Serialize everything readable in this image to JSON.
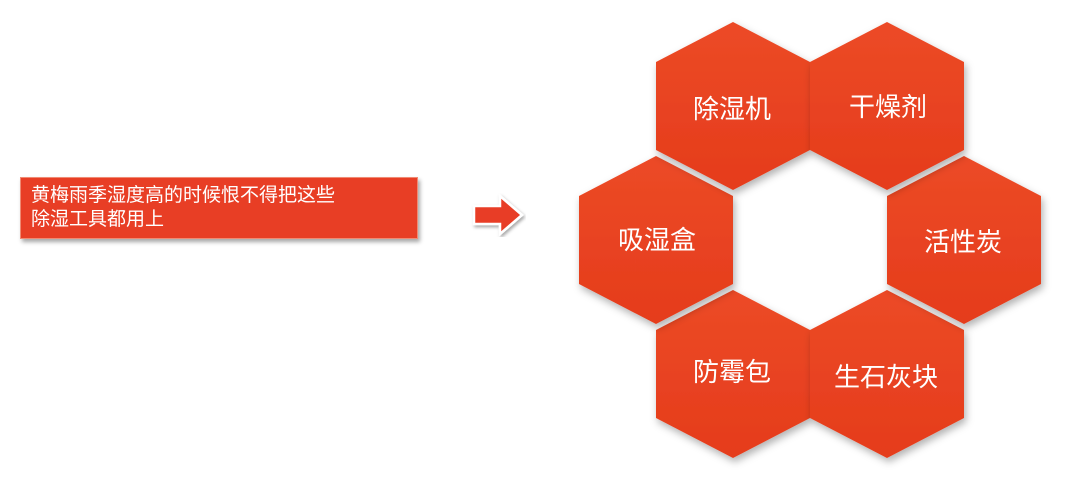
{
  "caption": {
    "line1": "黄梅雨季湿度高的时候恨不得把这些",
    "line2": "除湿工具都用上"
  },
  "arrow": {
    "icon": "right-arrow-icon",
    "fill_color": "#e83e25",
    "outline_color": "#ffffff"
  },
  "hexagons": [
    {
      "label": "除湿机"
    },
    {
      "label": "干燥剂"
    },
    {
      "label": "活性炭"
    },
    {
      "label": "生石灰块"
    },
    {
      "label": "防霉包"
    },
    {
      "label": "吸湿盒"
    }
  ],
  "colors": {
    "accent": "#e83e25",
    "hex_fill": "#e8401f",
    "text": "#ffffff"
  }
}
